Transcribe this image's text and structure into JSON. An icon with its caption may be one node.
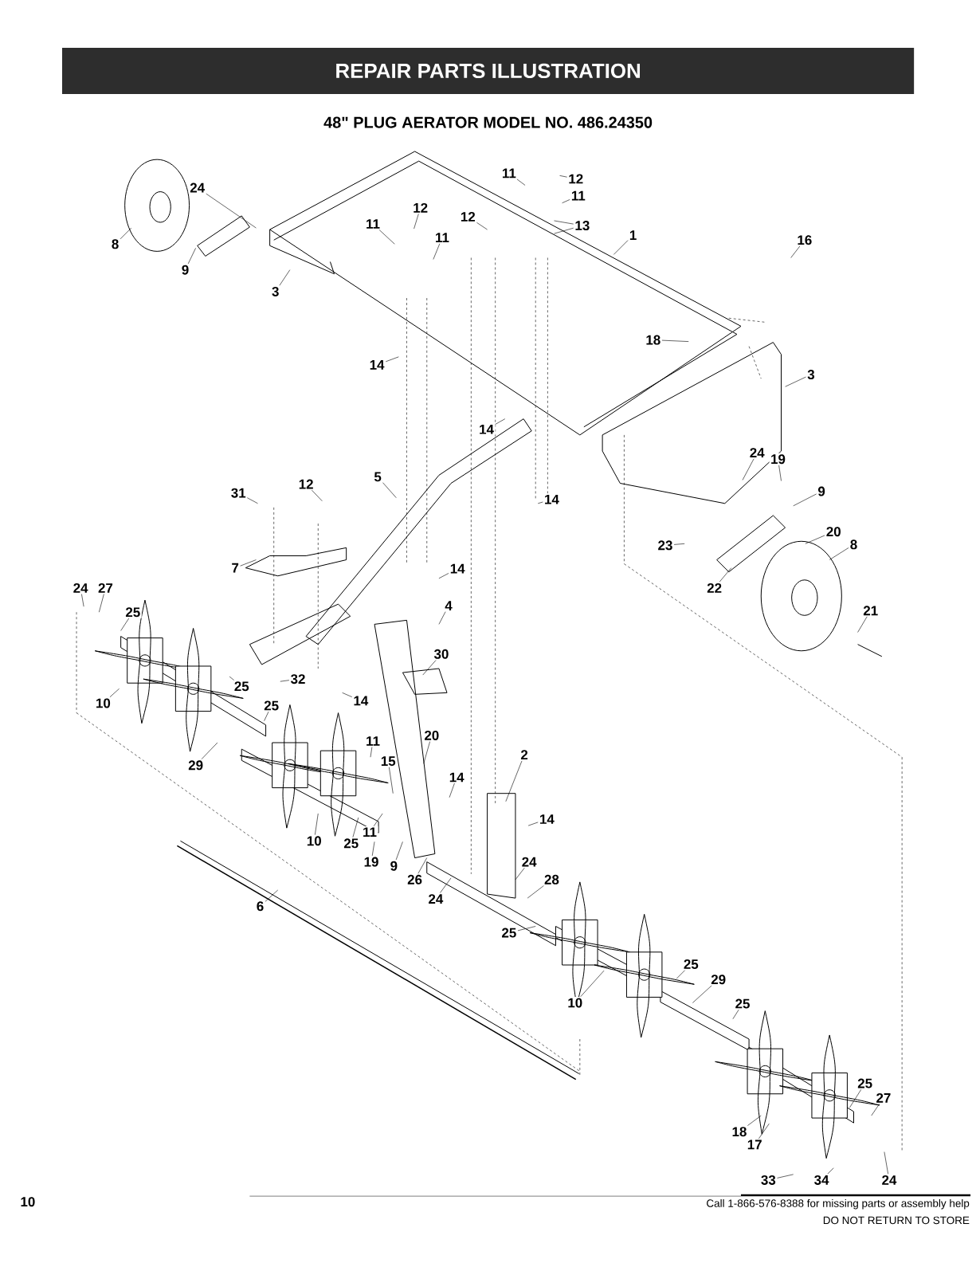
{
  "diagram": {
    "title": "REPAIR PARTS ILLUSTRATION",
    "nodes": [
      {
        "text": [
          "24"
        ]
      },
      {
        "text": [
          "8"
        ]
      },
      {
        "text": [
          "9"
        ]
      },
      {
        "text": [
          "3"
        ]
      },
      {
        "text": [
          "11"
        ]
      },
      {
        "text": [
          "12"
        ]
      },
      {
        "text": [
          "11"
        ]
      },
      {
        "text": [
          "12"
        ]
      },
      {
        "text": [
          "11"
        ]
      },
      {
        "text": [
          "12"
        ]
      },
      {
        "text": [
          "11"
        ]
      },
      {
        "text": [
          "13"
        ]
      },
      {
        "text": [
          "1"
        ]
      },
      {
        "text": [
          "16"
        ]
      },
      {
        "text": [
          "18"
        ]
      },
      {
        "text": [
          "3"
        ]
      },
      {
        "text": [
          "14"
        ]
      },
      {
        "text": [
          "14"
        ]
      },
      {
        "text": [
          "24"
        ]
      },
      {
        "text": [
          "19"
        ]
      },
      {
        "text": [
          "5"
        ]
      },
      {
        "text": [
          "31"
        ]
      },
      {
        "text": [
          "12"
        ]
      },
      {
        "text": [
          "9"
        ]
      },
      {
        "text": [
          "14"
        ]
      },
      {
        "text": [
          "20"
        ]
      },
      {
        "text": [
          "23"
        ]
      },
      {
        "text": [
          "8"
        ]
      },
      {
        "text": [
          "7"
        ]
      },
      {
        "text": [
          "14"
        ]
      },
      {
        "text": [
          "22"
        ]
      },
      {
        "text": [
          "24"
        ]
      },
      {
        "text": [
          "27"
        ]
      },
      {
        "text": [
          "4"
        ]
      },
      {
        "text": [
          "21"
        ]
      },
      {
        "text": [
          "25"
        ]
      },
      {
        "text": [
          "30"
        ]
      },
      {
        "text": [
          "32"
        ]
      },
      {
        "text": [
          "25"
        ]
      },
      {
        "text": [
          "10"
        ]
      },
      {
        "text": [
          "14"
        ]
      },
      {
        "text": [
          "25"
        ]
      },
      {
        "text": [
          "11"
        ]
      },
      {
        "text": [
          "20"
        ]
      },
      {
        "text": [
          "29"
        ]
      },
      {
        "text": [
          "15"
        ]
      },
      {
        "text": [
          "2"
        ]
      },
      {
        "text": [
          "14"
        ]
      },
      {
        "text": [
          "14"
        ]
      },
      {
        "text": [
          "11"
        ]
      },
      {
        "text": [
          "10"
        ]
      },
      {
        "text": [
          "25"
        ]
      },
      {
        "text": [
          "24"
        ]
      },
      {
        "text": [
          "19"
        ]
      },
      {
        "text": [
          "9"
        ]
      },
      {
        "text": [
          "26"
        ]
      },
      {
        "text": [
          "28"
        ]
      },
      {
        "text": [
          "24"
        ]
      },
      {
        "text": [
          "6"
        ]
      },
      {
        "text": [
          "25"
        ]
      },
      {
        "text": [
          "25"
        ]
      },
      {
        "text": [
          "29"
        ]
      },
      {
        "text": [
          "10"
        ]
      },
      {
        "text": [
          "25"
        ]
      },
      {
        "text": [
          "25"
        ]
      },
      {
        "text": [
          "27"
        ]
      },
      {
        "text": [
          "18"
        ]
      },
      {
        "text": [
          "17"
        ]
      },
      {
        "text": [
          "33"
        ]
      },
      {
        "text": [
          "34"
        ]
      },
      {
        "text": [
          "24"
        ]
      }
    ],
    "edges": [
      {
        "from": 0,
        "to": null,
        "arrow": "none"
      },
      {
        "from": 1,
        "to": null,
        "arrow": "none"
      },
      {
        "from": 2,
        "to": null,
        "arrow": "none"
      },
      {
        "from": 3,
        "to": null,
        "arrow": "none"
      },
      {
        "from": 4,
        "to": null,
        "arrow": "none"
      },
      {
        "from": 5,
        "to": null,
        "arrow": "none"
      },
      {
        "from": 6,
        "to": null,
        "arrow": "none"
      },
      {
        "from": 7,
        "to": null,
        "arrow": "none"
      },
      {
        "from": 8,
        "to": null,
        "arrow": "none"
      },
      {
        "from": 9,
        "to": null,
        "arrow": "none"
      },
      {
        "from": 10,
        "to": null,
        "arrow": "none"
      },
      {
        "from": 11,
        "to": null,
        "arrow": "none"
      },
      {
        "from": 11,
        "to": null,
        "arrow": "none"
      },
      {
        "from": 12,
        "to": null,
        "arrow": "none"
      },
      {
        "from": 13,
        "to": null,
        "arrow": "none"
      },
      {
        "from": 14,
        "to": null,
        "arrow": "none"
      },
      {
        "from": 15,
        "to": null,
        "arrow": "none"
      },
      {
        "from": 16,
        "to": null,
        "arrow": "none"
      },
      {
        "from": 17,
        "to": null,
        "arrow": "none"
      },
      {
        "from": 18,
        "to": null,
        "arrow": "none"
      },
      {
        "from": 19,
        "to": null,
        "arrow": "none"
      },
      {
        "from": 20,
        "to": null,
        "arrow": "none"
      },
      {
        "from": 21,
        "to": null,
        "arrow": "none"
      },
      {
        "from": 22,
        "to": null,
        "arrow": "none"
      },
      {
        "from": 23,
        "to": null,
        "arrow": "none"
      },
      {
        "from": 24,
        "to": null,
        "arrow": "none"
      },
      {
        "from": 25,
        "to": null,
        "arrow": "none"
      },
      {
        "from": 26,
        "to": null,
        "arrow": "none"
      },
      {
        "from": 27,
        "to": null,
        "arrow": "none"
      },
      {
        "from": 28,
        "to": null,
        "arrow": "none"
      },
      {
        "from": 29,
        "to": null,
        "arrow": "none"
      },
      {
        "from": 30,
        "to": null,
        "arrow": "none"
      },
      {
        "from": 31,
        "to": null,
        "arrow": "none"
      },
      {
        "from": 32,
        "to": null,
        "arrow": "none"
      },
      {
        "from": 33,
        "to": null,
        "arrow": "none"
      },
      {
        "from": 34,
        "to": null,
        "arrow": "none"
      },
      {
        "from": 35,
        "to": null,
        "arrow": "none"
      },
      {
        "from": 36,
        "to": null,
        "arrow": "none"
      },
      {
        "from": 37,
        "to": null,
        "arrow": "none"
      },
      {
        "from": 38,
        "to": null,
        "arrow": "none"
      },
      {
        "from": 39,
        "to": null,
        "arrow": "none"
      },
      {
        "from": 40,
        "to": null,
        "arrow": "none"
      },
      {
        "from": 41,
        "to": null,
        "arrow": "none"
      },
      {
        "from": 42,
        "to": null,
        "arrow": "none"
      },
      {
        "from": 43,
        "to": null,
        "arrow": "none"
      },
      {
        "from": 44,
        "to": null,
        "arrow": "none"
      },
      {
        "from": 45,
        "to": null,
        "arrow": "none"
      },
      {
        "from": 46,
        "to": null,
        "arrow": "none"
      },
      {
        "from": 47,
        "to": null,
        "arrow": "none"
      },
      {
        "from": 48,
        "to": null,
        "arrow": "none"
      },
      {
        "from": 49,
        "to": null,
        "arrow": "none"
      },
      {
        "from": 50,
        "to": null,
        "arrow": "none"
      },
      {
        "from": 51,
        "to": null,
        "arrow": "none"
      },
      {
        "from": 52,
        "to": null,
        "arrow": "none"
      },
      {
        "from": 53,
        "to": null,
        "arrow": "none"
      },
      {
        "from": 54,
        "to": null,
        "arrow": "none"
      },
      {
        "from": 55,
        "to": null,
        "arrow": "none"
      },
      {
        "from": 56,
        "to": null,
        "arrow": "none"
      },
      {
        "from": 57,
        "to": null,
        "arrow": "none"
      },
      {
        "from": 58,
        "to": null,
        "arrow": "none"
      },
      {
        "from": 59,
        "to": null,
        "arrow": "none"
      },
      {
        "from": 60,
        "to": null,
        "arrow": "none"
      },
      {
        "from": 61,
        "to": null,
        "arrow": "none"
      },
      {
        "from": 62,
        "to": null,
        "arrow": "none"
      },
      {
        "from": 63,
        "to": null,
        "arrow": "none"
      },
      {
        "from": 64,
        "to": null,
        "arrow": "none"
      },
      {
        "from": 65,
        "to": null,
        "arrow": "none"
      },
      {
        "from": 66,
        "to": null,
        "arrow": "none"
      },
      {
        "from": 67,
        "to": null,
        "arrow": "none"
      },
      {
        "from": 68,
        "to": null,
        "arrow": "none"
      },
      {
        "from": 69,
        "to": null,
        "arrow": "none"
      },
      {
        "from": 70,
        "to": null,
        "arrow": "none"
      }
    ],
    "labels": [
      "48\" PLUG AERATOR MODEL NO. 486.24350",
      "10",
      "Call 1-866-576-8388 for missing parts or assembly help",
      "DO NOT RETURN TO STORE"
    ]
  }
}
